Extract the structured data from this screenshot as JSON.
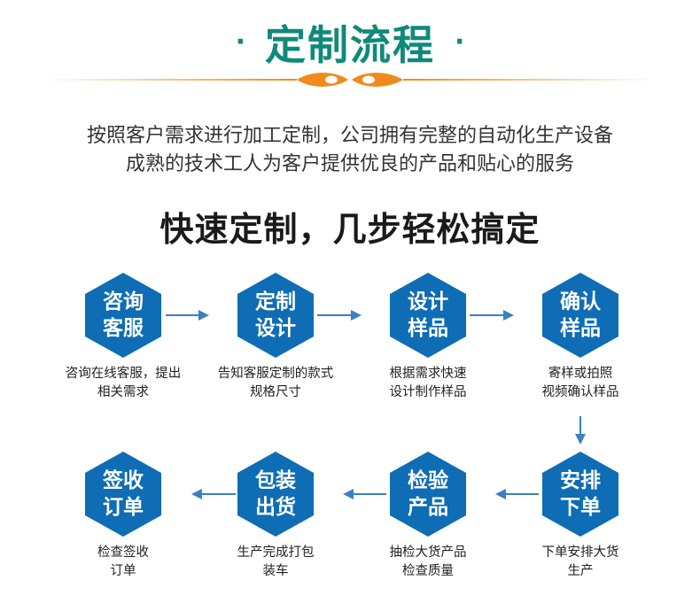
{
  "header": {
    "title": "定制流程",
    "dot_left": "·",
    "dot_right": "·",
    "accent_color": "#f08a1c",
    "title_color": "#0f8a7a"
  },
  "intro": {
    "line1": "按照客户需求进行加工定制，公司拥有完整的自动化生产设备",
    "line2": "成熟的技术工人为客户提供优良的产品和贴心的服务"
  },
  "headline": "快速定制，几步轻松搞定",
  "steps": [
    {
      "label1": "咨询",
      "label2": "客服",
      "desc1": "咨询在线客服，提出",
      "desc2": "相关需求"
    },
    {
      "label1": "定制",
      "label2": "设计",
      "desc1": "告知客服定制的款式",
      "desc2": "规格尺寸"
    },
    {
      "label1": "设计",
      "label2": "样品",
      "desc1": "根据需求快速",
      "desc2": "设计制作样品"
    },
    {
      "label1": "确认",
      "label2": "样品",
      "desc1": "寄样或拍照",
      "desc2": "视频确认样品"
    },
    {
      "label1": "安排",
      "label2": "下单",
      "desc1": "下单安排大货",
      "desc2": "生产"
    },
    {
      "label1": "检验",
      "label2": "产品",
      "desc1": "抽检大货产品",
      "desc2": "检查质量"
    },
    {
      "label1": "包装",
      "label2": "出货",
      "desc1": "生产完成打包",
      "desc2": "装车"
    },
    {
      "label1": "签收",
      "label2": "订单",
      "desc1": "检查签收",
      "desc2": "订单"
    }
  ],
  "colors": {
    "hexagon": "#0e6db4",
    "arrow": "#3b7fc4"
  }
}
